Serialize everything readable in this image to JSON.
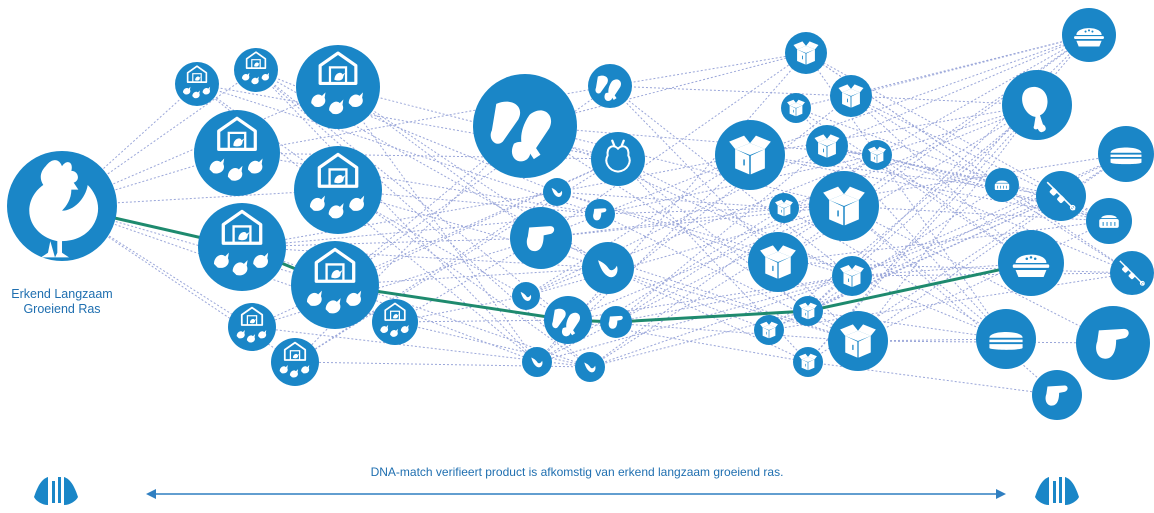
{
  "origin": {
    "label_line1": "Erkend Langzaam",
    "label_line2": "Groeiend Ras",
    "icon": "rooster-icon"
  },
  "caption": "DNA-match verifieert product is afkomstig van erkend  langzaam groeiend ras.",
  "colors": {
    "node_fill": "#1a86c7",
    "node_fill_light": "#2a95d3",
    "icon_white": "#ffffff",
    "network_line": "#9aa6d9",
    "trace_path": "#1e8a6e",
    "arrow": "#2f7fc1",
    "label_text": "#1f6fb0"
  },
  "stages": [
    {
      "name": "farm",
      "icon": "barn-with-chickens-icon"
    },
    {
      "name": "processing",
      "icon": "chicken-parts-icon"
    },
    {
      "name": "distribution",
      "icon": "box-icon"
    },
    {
      "name": "products",
      "icon": "retail-food-icon"
    }
  ],
  "logo_icon": "logo-icon"
}
